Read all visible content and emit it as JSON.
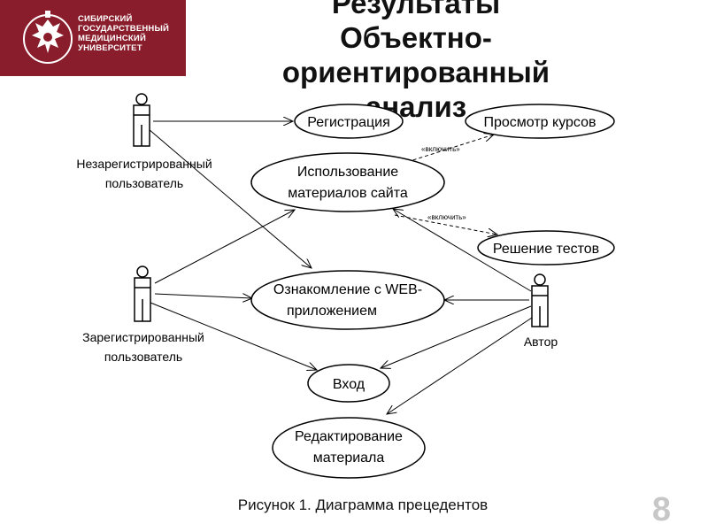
{
  "logo": {
    "lines": [
      "СИБИРСКИЙ",
      "ГОСУДАРСТВЕННЫЙ",
      "МЕДИЦИНСКИЙ",
      "УНИВЕРСИТЕТ"
    ],
    "emblem_icon": "double-headed-eagle-emblem-icon",
    "brand_color": "#8a1d2b"
  },
  "title": {
    "lines": [
      "Результаты",
      "Объектно-",
      "ориентированный",
      "анализ"
    ]
  },
  "diagram": {
    "actors": {
      "unregistered": [
        "Незарегистрированный",
        "пользователь"
      ],
      "registered": [
        "Зарегистрированный",
        "пользователь"
      ],
      "author": [
        "Автор"
      ]
    },
    "use_cases": {
      "registration": [
        "Регистрация"
      ],
      "view_courses": [
        "Просмотр курсов"
      ],
      "use_materials": [
        "Использование",
        "материалов сайта"
      ],
      "solve_tests": [
        "Решение тестов"
      ],
      "intro_web": [
        "Ознакомление с WEB-",
        "приложением"
      ],
      "login": [
        "Вход"
      ],
      "edit_material": [
        "Редактирование",
        "материала"
      ]
    },
    "relations": {
      "include_1": "«включить»",
      "include_2": "«включить»"
    }
  },
  "caption": "Рисунок 1. Диаграмма прецедентов",
  "page_number": "8"
}
